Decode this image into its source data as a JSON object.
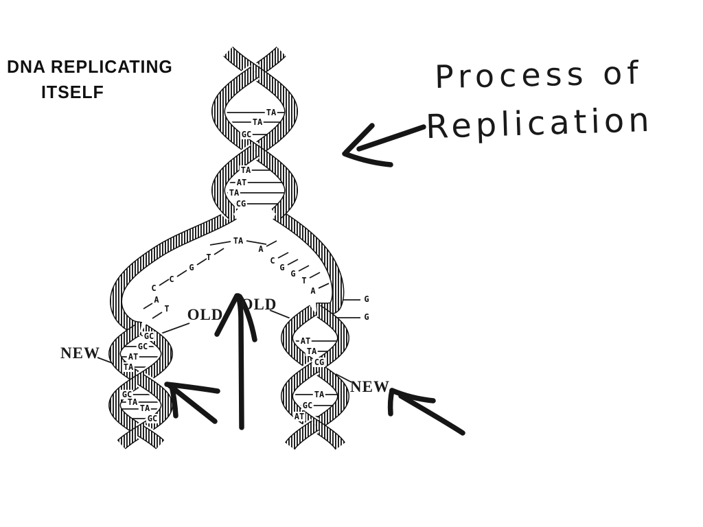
{
  "title": {
    "line1": "DNA REPLICATING",
    "line2": "ITSELF"
  },
  "annotation": {
    "line1": "Process of",
    "line2": "Replication"
  },
  "strand_labels": {
    "old_left": "OLD",
    "old_right": "OLD",
    "new_left": "NEW",
    "new_right": "NEW"
  },
  "top_helix_pairs": [
    "TA",
    "TA",
    "GC",
    "TA",
    "AT",
    "TA",
    "CG"
  ],
  "fork_pair": "TA",
  "left_template_bases": [
    "T",
    "G",
    "C",
    "C",
    "A",
    "T"
  ],
  "right_template_bases": [
    "A",
    "C",
    "G",
    "G",
    "T",
    "A"
  ],
  "right_free_bases": [
    "G",
    "G"
  ],
  "left_daughter_pairs": [
    "GC",
    "GC",
    "AT",
    "TA",
    "GC",
    "TA",
    "TA",
    "GC"
  ],
  "right_daughter_pairs": [
    "AT",
    "TA",
    "CG",
    "TA",
    "GC",
    "AT"
  ],
  "colors": {
    "ink": "#151515",
    "line_art": "#1a1a1a",
    "background": "#ffffff"
  }
}
